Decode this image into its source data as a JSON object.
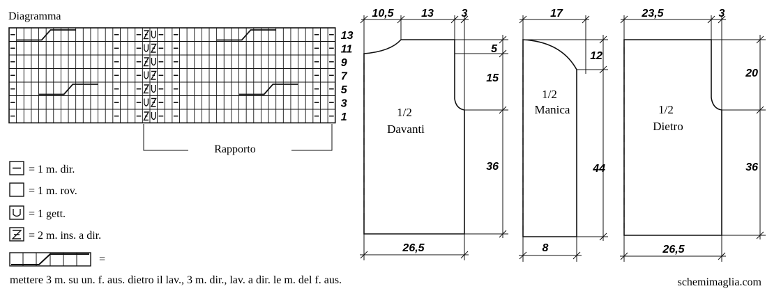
{
  "chart": {
    "title": "Diagramma",
    "rapporto_label": "Rapporto",
    "row_numbers": [
      "13",
      "11",
      "9",
      "7",
      "5",
      "3",
      "1"
    ],
    "rows": [
      {
        "row": "13",
        "cells": [
          "-",
          "c",
          "c",
          "c",
          "c",
          "c",
          "c",
          "c",
          "c",
          "",
          "",
          "",
          "",
          "",
          "-",
          "",
          "",
          "-",
          "Z",
          "V",
          "-",
          "",
          "-",
          "",
          "",
          "",
          "",
          "",
          "c",
          "c",
          "c",
          "c",
          "c",
          "c",
          "c",
          "c",
          "",
          "",
          "",
          "",
          "",
          "-",
          "",
          "-"
        ]
      },
      {
        "row": "11",
        "cells": [
          "-",
          "",
          "",
          "",
          "",
          "",
          "",
          "",
          "",
          "",
          "",
          "",
          "",
          "",
          "-",
          "",
          "",
          "-",
          "V",
          "Z",
          "-",
          "",
          "-",
          "",
          "",
          "",
          "",
          "",
          "",
          "",
          "",
          "",
          "",
          "",
          "",
          "",
          "",
          "",
          "",
          "",
          "",
          "-",
          "",
          "-"
        ]
      },
      {
        "row": "9",
        "cells": [
          "-",
          "",
          "",
          "",
          "",
          "",
          "",
          "",
          "",
          "",
          "",
          "",
          "",
          "",
          "-",
          "",
          "",
          "-",
          "Z",
          "V",
          "-",
          "",
          "-",
          "",
          "",
          "",
          "",
          "",
          "",
          "",
          "",
          "",
          "",
          "",
          "",
          "",
          "",
          "",
          "",
          "",
          "",
          "-",
          "",
          "-"
        ]
      },
      {
        "row": "7",
        "cells": [
          "-",
          "",
          "",
          "",
          "",
          "",
          "",
          "",
          "",
          "",
          "",
          "",
          "",
          "",
          "-",
          "",
          "",
          "-",
          "V",
          "Z",
          "-",
          "",
          "-",
          "",
          "",
          "",
          "",
          "",
          "",
          "",
          "",
          "",
          "",
          "",
          "",
          "",
          "",
          "",
          "",
          "",
          "",
          "-",
          "",
          "-"
        ]
      },
      {
        "row": "5",
        "cells": [
          "-",
          "",
          "",
          "",
          "c",
          "c",
          "c",
          "c",
          "c",
          "c",
          "c",
          "c",
          "",
          "",
          "-",
          "",
          "",
          "-",
          "Z",
          "V",
          "-",
          "",
          "-",
          "",
          "",
          "",
          "",
          "",
          "",
          "",
          "",
          "c",
          "c",
          "c",
          "c",
          "c",
          "c",
          "c",
          "c",
          "",
          "",
          "-",
          "",
          "-"
        ]
      },
      {
        "row": "3",
        "cells": [
          "-",
          "",
          "",
          "",
          "",
          "",
          "",
          "",
          "",
          "",
          "",
          "",
          "",
          "",
          "-",
          "",
          "",
          "-",
          "V",
          "Z",
          "-",
          "",
          "-",
          "",
          "",
          "",
          "",
          "",
          "",
          "",
          "",
          "",
          "",
          "",
          "",
          "",
          "",
          "",
          "",
          "",
          "",
          "-",
          "",
          "-"
        ]
      },
      {
        "row": "1",
        "cells": [
          "-",
          "",
          "",
          "",
          "",
          "",
          "",
          "",
          "",
          "",
          "",
          "",
          "",
          "",
          "-",
          "",
          "",
          "-",
          "Z",
          "V",
          "-",
          "",
          "-",
          "",
          "",
          "",
          "",
          "",
          "",
          "",
          "",
          "",
          "",
          "",
          "",
          "",
          "",
          "",
          "",
          "",
          "",
          "-",
          "",
          "-"
        ]
      }
    ]
  },
  "legend": [
    {
      "symbol": "dash",
      "text": "= 1 m. dir."
    },
    {
      "symbol": "empty",
      "text": "= 1 m. rov."
    },
    {
      "symbol": "yo",
      "text": "= 1 gett."
    },
    {
      "symbol": "dec",
      "text": "=  2 m. ins. a dir."
    },
    {
      "symbol": "cable",
      "text": "="
    }
  ],
  "cable_note": "mettere 3 m. su un. f. aus. dietro il lav., 3 m. dir., lav. a dir. le m. del f. aus.",
  "watermark": "schemimaglia.com",
  "pieces": {
    "front": {
      "label_line1": "1/2",
      "label_line2": "Davanti",
      "top_measures": [
        "10,5",
        "13",
        "3"
      ],
      "right_measures": [
        "5",
        "15",
        "36"
      ],
      "bottom_measure": "26,5"
    },
    "sleeve": {
      "label_line1": "1/2",
      "label_line2": "Manica",
      "top_measure": "17",
      "right_measures": [
        "12",
        "44"
      ],
      "bottom_measure": "8"
    },
    "back": {
      "label_line1": "1/2",
      "label_line2": "Dietro",
      "top_measures": [
        "23,5",
        "3"
      ],
      "right_measures": [
        "20",
        "36"
      ],
      "bottom_measure": "26,5"
    }
  }
}
